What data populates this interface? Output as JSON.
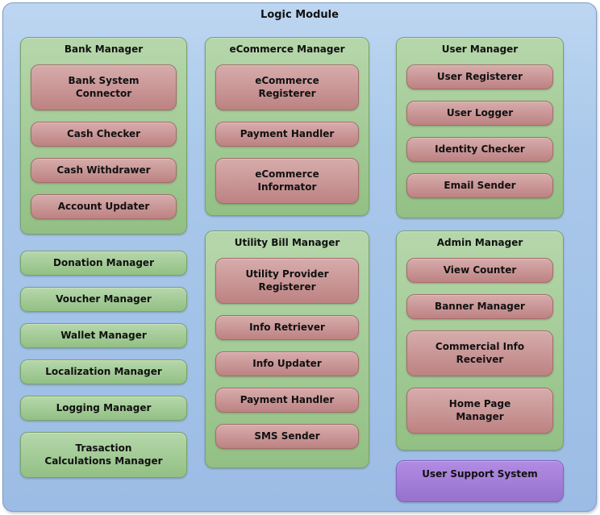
{
  "title": "Logic Module",
  "columns": [
    {
      "groups": [
        {
          "title": "Bank Manager",
          "items": [
            "Bank System\nConnector",
            "Cash Checker",
            "Cash Withdrawer",
            "Account Updater"
          ]
        }
      ],
      "managers": [
        "Donation Manager",
        "Voucher Manager",
        "Wallet Manager",
        "Localization Manager",
        "Logging Manager",
        "Trasaction\nCalculations Manager"
      ]
    },
    {
      "groups": [
        {
          "title": "eCommerce Manager",
          "items": [
            "eCommerce\nRegisterer",
            "Payment Handler",
            "eCommerce\nInformator"
          ]
        },
        {
          "title": "Utility Bill Manager",
          "items": [
            "Utility Provider\nRegisterer",
            "Info Retriever",
            "Info Updater",
            "Payment Handler",
            "SMS Sender"
          ]
        }
      ]
    },
    {
      "groups": [
        {
          "title": "User Manager",
          "items": [
            "User Registerer",
            "User Logger",
            "Identity Checker",
            "Email Sender"
          ]
        },
        {
          "title": "Admin Manager",
          "items": [
            "View Counter",
            "Banner Manager",
            "Commercial Info\nReceiver",
            "Home Page\nManager"
          ]
        }
      ],
      "support": "User Support System"
    }
  ],
  "colors": {
    "canvas_blue_top": "#bdd6f1",
    "canvas_blue_mid": "#a9c8ea",
    "canvas_blue_bottom": "#9cbce5",
    "canvas_border": "#7e9cc7",
    "group_green_top": "#b6d7ab",
    "group_green_bottom": "#92c084",
    "group_border": "#7aa36c",
    "component_red_top": "#d7acac",
    "component_red_bottom": "#bd8282",
    "component_border": "#a66c6c",
    "support_purple_top": "#b28be3",
    "support_purple_bottom": "#9672cc",
    "support_border": "#8462c4",
    "text": "#111111"
  }
}
